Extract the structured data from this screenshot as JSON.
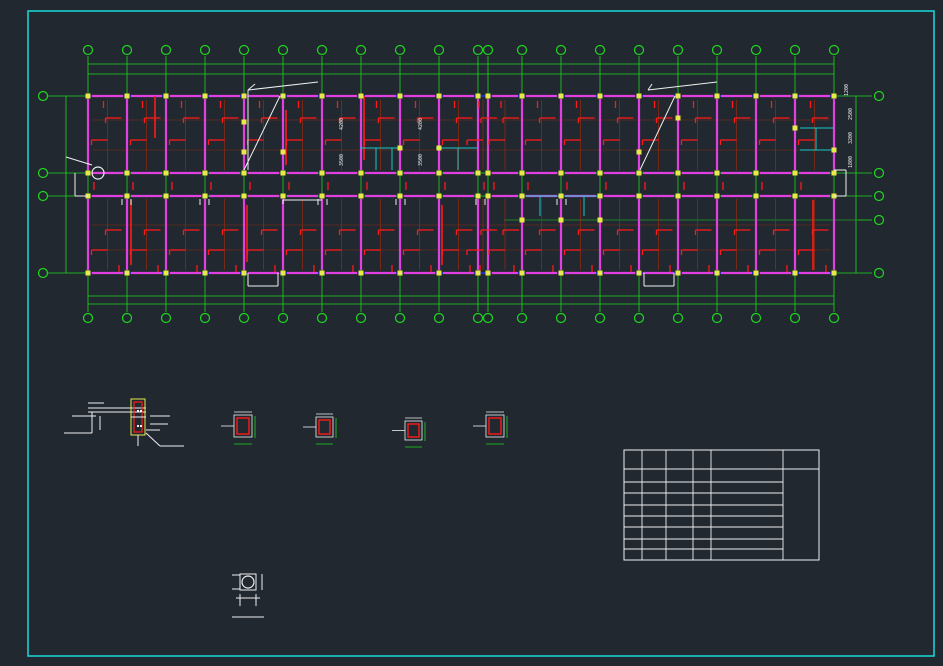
{
  "colors": {
    "background": "#212830",
    "frame": "#19d0d0",
    "grid_axis": "#1ed81e",
    "wall": "#e040e0",
    "beam": "#2c2cf0",
    "rebar": "#ff1a1a",
    "secondary_beam": "#8a2a14",
    "column": "#e8e84a",
    "text_white": "#f0f0f0",
    "cyan_line": "#19c8c8"
  },
  "plan": {
    "dim_labels": [
      "4200",
      "3500",
      "4200",
      "3500",
      "1200",
      "2500",
      "3200",
      "1800"
    ]
  },
  "title_block": {
    "rows": 9,
    "cols": 6
  }
}
